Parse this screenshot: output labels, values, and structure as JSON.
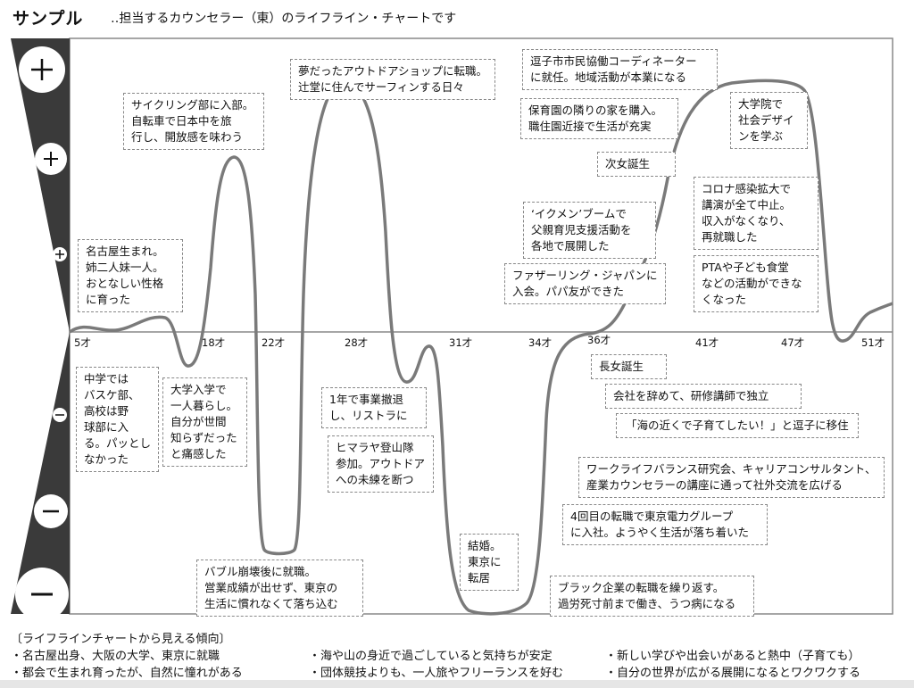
{
  "header": {
    "title": "サンプル",
    "subtitle": "‥担当するカウンセラー（東）のライフライン・チャートです"
  },
  "scale_icons": [
    "plus-large",
    "plus-medium",
    "plus-small",
    "minus-small",
    "minus-medium",
    "minus-large"
  ],
  "ages": [
    "5才",
    "18才",
    "22才",
    "28才",
    "31才",
    "34才",
    "36才",
    "41才",
    "47才",
    "51才"
  ],
  "events": [
    "名古屋生まれ。\n姉二人妹一人。\nおとなしい性格\nに育った",
    "サイクリング部に入部。\n自転車で日本中を旅\n行し、開放感を味わう",
    "夢だったアウトドアショップに転職。\n辻堂に住んでサーフィンする日々",
    "逗子市市民協働コーディネーター\nに就任。地域活動が本業になる",
    "保育園の隣りの家を購入。\n職住園近接で生活が充実",
    "次女誕生",
    "‘イクメン’ブームで\n父親育児支援活動を\n各地で展開した",
    "ファザーリング・ジャパンに\n入会。パパ友ができた",
    "大学院で\n社会デザイ\nンを学ぶ",
    "コロナ感染拡大で\n講演が全て中止。\n収入がなくなり、\n再就職した",
    "PTAや子ども食堂\nなどの活動ができな\nくなった",
    "中学では\nバスケ部、\n高校は野\n球部に入\nる。パッとし\nなかった",
    "大学入学で\n一人暮らし。\n自分が世間\n知らずだった\nと痛感した",
    "1年で事業撤退\nし、リストラに",
    "ヒマラヤ登山隊\n参加。アウトドア\nへの未練を断つ",
    "バブル崩壊後に就職。\n営業成績が出せず、東京の\n生活に慣れなくて落ち込む",
    "結婚。\n東京に\n転居",
    "ブラック企業の転職を繰り返す。\n過労死寸前まで働き、うつ病になる",
    "4回目の転職で東京電力グループ\nに入社。ようやく生活が落ち着いた",
    "ワークライフバランス研究会、キャリアコンサルタント、\n産業カウンセラーの講座に通って社外交流を広げる",
    "「海の近くで子育てしたい！」と逗子に移住",
    "会社を辞めて、研修講師で独立",
    "長女誕生"
  ],
  "footer": {
    "heading": "〔ライフラインチャートから見える傾向〕",
    "items": [
      "・名古屋出身、大阪の大学、東京に就職",
      "・都会で生まれ育ったが、自然に憧れがある",
      "・海や山の身近で過ごしていると気持ちが安定",
      "・団体競技よりも、一人旅やフリーランスを好む",
      "・新しい学びや出会いがあると熱中（子育ても）",
      "・自分の世界が広がる展開になるとワクワクする"
    ]
  },
  "colors": {
    "line": "#7a7a7a",
    "scale": "#3a3a3a",
    "frame": "#888888"
  }
}
